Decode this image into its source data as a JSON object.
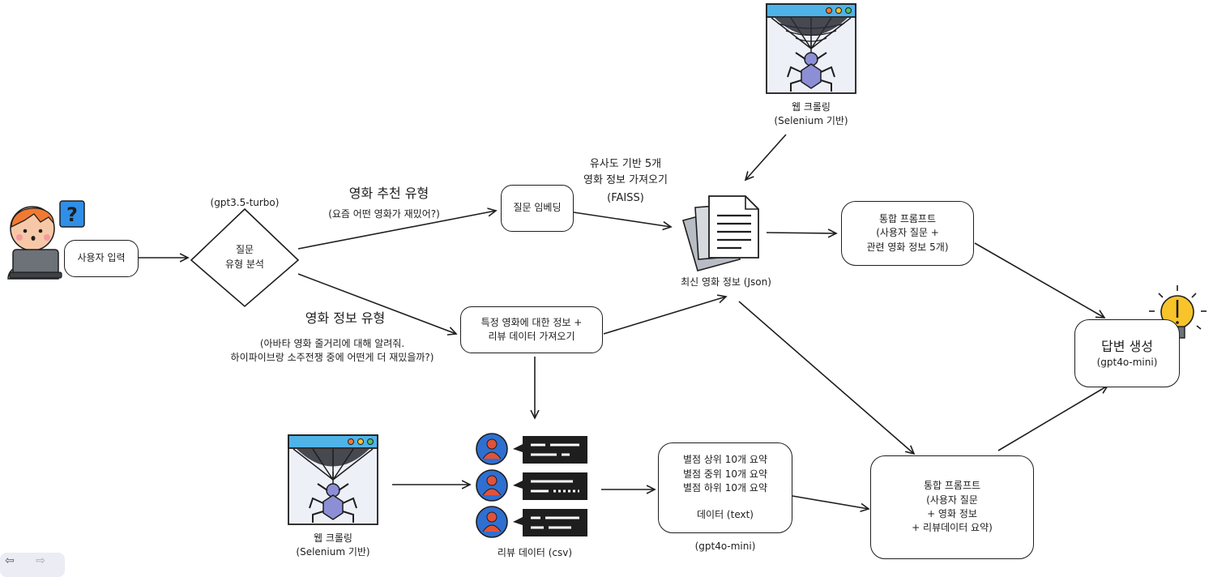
{
  "nodes": {
    "user_input": "사용자 입력",
    "model_router": "(gpt3.5-turbo)",
    "classify": [
      "질문",
      "유형 분석"
    ],
    "query_embed": "질문 임베딩",
    "specific_movie": [
      "특정 영화에 대한 정보 +",
      "리뷰 데이터 가져오기"
    ],
    "latest_movie": "최신 영화 정보 (Json)",
    "crawl_top": [
      "웹 크롤링",
      "(Selenium 기반)"
    ],
    "crawl_bottom": [
      "웹 크롤링",
      "(Selenium 기반)"
    ],
    "review_data": "리뷰 데이터 (csv)",
    "summary": [
      "별점 상위 10개 요약",
      "별점 중위 10개 요약",
      "별점 하위 10개 요약",
      "",
      "데이터 (text)"
    ],
    "summary_model": "(gpt4o-mini)",
    "prompt_top": [
      "통합 프롬프트",
      "(사용자 질문 +",
      "관련 영화 정보 5개)"
    ],
    "prompt_bottom": [
      "통합 프롬프트",
      "(사용자 질문",
      "+ 영화 정보",
      "+ 리뷰데이터 요약)"
    ],
    "answer": [
      "답변 생성",
      "(gpt4o-mini)"
    ]
  },
  "edge_labels": {
    "recommend_type": "영화 추천 유형",
    "recommend_example": "(요즘 어떤 영화가 재밌어?)",
    "info_type": "영화 정보 유형",
    "info_example": [
      "(아바타 영화 줄거리에 대해 알려줘.",
      "하이파이브랑 소주전쟁 중에 어떤게 더 재밌을까?)"
    ],
    "similarity": [
      "유사도 기반 5개",
      "영화 정보 가져오기",
      "(FAISS)"
    ]
  },
  "toolbar": {
    "undo": "⇦",
    "redo": "⇨"
  },
  "colors": {
    "window_bar": "#4fb3e8",
    "spider": "#8c8fd6",
    "doc": "#b8bcc4",
    "bulb": "#f8c42a",
    "user_icon_bg": "#2f6fd1",
    "person": "#e2523a"
  }
}
